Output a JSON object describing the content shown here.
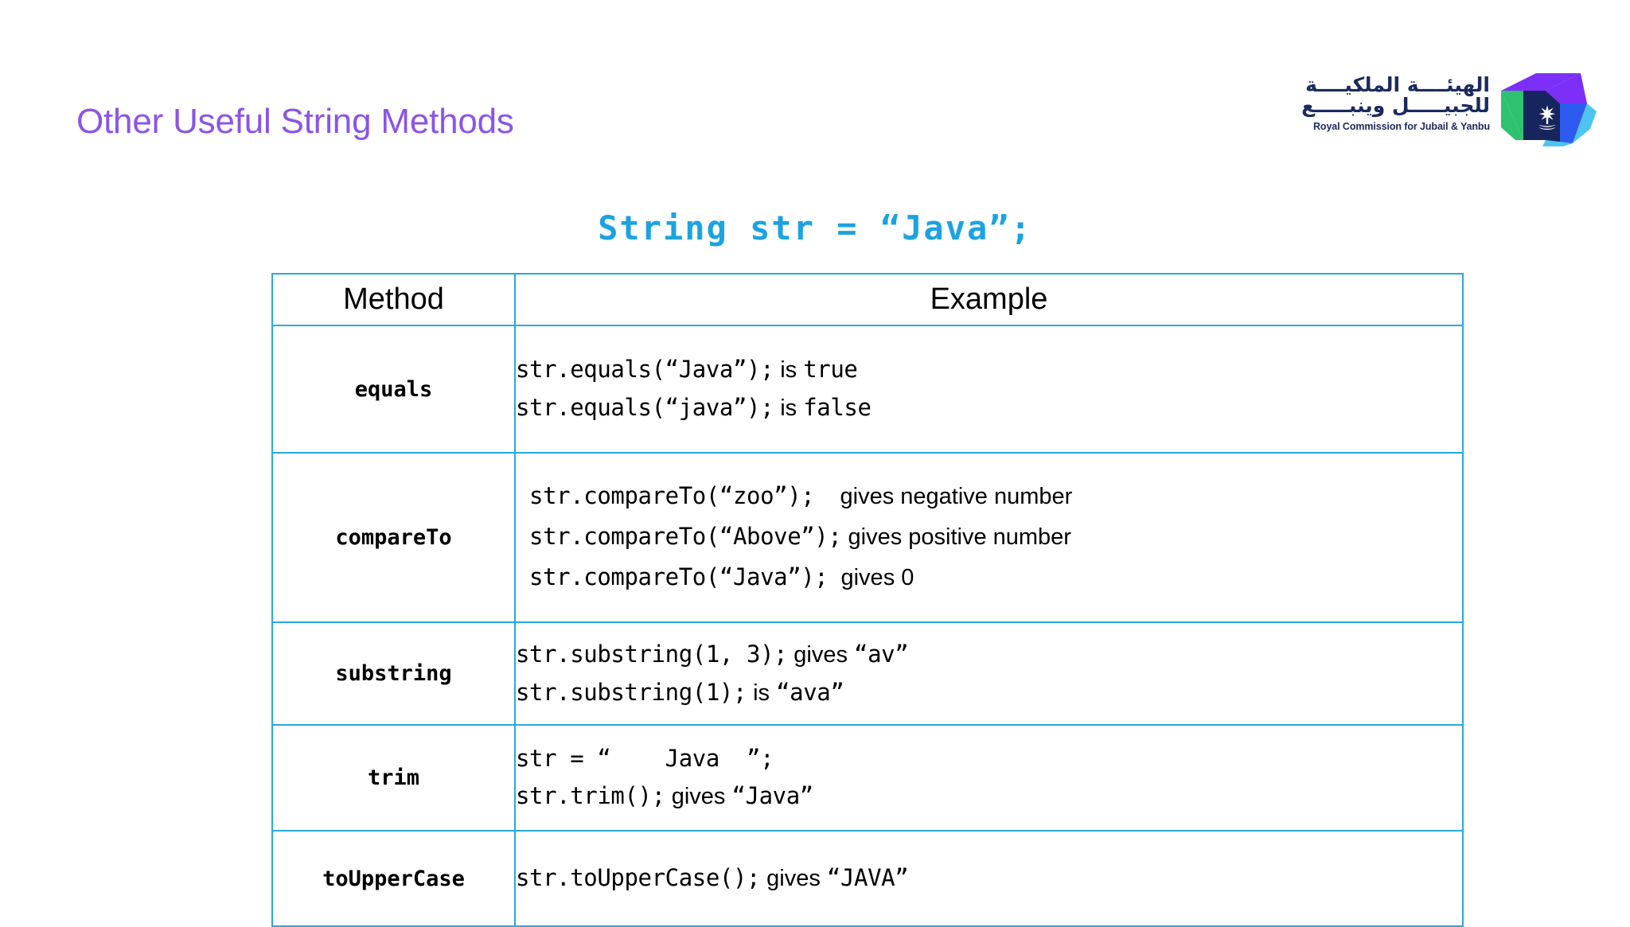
{
  "slide": {
    "title": "Other Useful String Methods",
    "accent_purple": "#8b55e6",
    "accent_blue": "#1ca3e0",
    "table_border_color": "#29a8df",
    "background": "#ffffff"
  },
  "logo": {
    "arabic_line1": "الهيئــــة الملكيــــة",
    "arabic_line2": "للجبيـــــل وينبـــــع",
    "english": "Royal Commission for Jubail & Yanbu",
    "mark_colors": {
      "purple": "#7b2ff7",
      "green": "#2ec26e",
      "navy": "#17255e",
      "blue": "#2d5bf0",
      "cyan": "#4ec3f0"
    }
  },
  "code_heading": "String str = “Java”;",
  "table": {
    "headers": [
      "Method",
      "Example"
    ],
    "rows": [
      {
        "method": "equals",
        "lines": [
          [
            {
              "t": "code",
              "v": "str.equals(“Java”);"
            },
            {
              "t": "word",
              "v": " is "
            },
            {
              "t": "code",
              "v": "true"
            }
          ],
          [
            {
              "t": "code",
              "v": "str.equals(“java”);"
            },
            {
              "t": "word",
              "v": " is "
            },
            {
              "t": "code",
              "v": "false"
            }
          ]
        ]
      },
      {
        "method": "compareTo",
        "lines": [
          [
            {
              "t": "code",
              "v": " str.compareTo(“zoo”);"
            },
            {
              "t": "word",
              "v": "    gives negative number"
            }
          ],
          [
            {
              "t": "code",
              "v": " str.compareTo(“Above”);"
            },
            {
              "t": "word",
              "v": " gives positive number"
            }
          ],
          [
            {
              "t": "code",
              "v": " str.compareTo(“Java”);"
            },
            {
              "t": "word",
              "v": "  gives 0"
            }
          ]
        ]
      },
      {
        "method": "substring",
        "lines": [
          [
            {
              "t": "code",
              "v": "str.substring(1, 3);"
            },
            {
              "t": "word",
              "v": " gives "
            },
            {
              "t": "code",
              "v": "“av”"
            }
          ],
          [
            {
              "t": "code",
              "v": "str.substring(1);"
            },
            {
              "t": "word",
              "v": " is "
            },
            {
              "t": "code",
              "v": "“ava”"
            }
          ]
        ]
      },
      {
        "method": "trim",
        "lines": [
          [
            {
              "t": "code",
              "v": "str = “    Java  ”;"
            }
          ],
          [
            {
              "t": "code",
              "v": "str.trim();"
            },
            {
              "t": "word",
              "v": " gives "
            },
            {
              "t": "code",
              "v": "“Java”"
            }
          ]
        ]
      },
      {
        "method": "toUpperCase",
        "lines": [
          [
            {
              "t": "code",
              "v": "str.toUpperCase();"
            },
            {
              "t": "word",
              "v": " gives "
            },
            {
              "t": "code",
              "v": "“JAVA”"
            }
          ]
        ]
      }
    ]
  }
}
